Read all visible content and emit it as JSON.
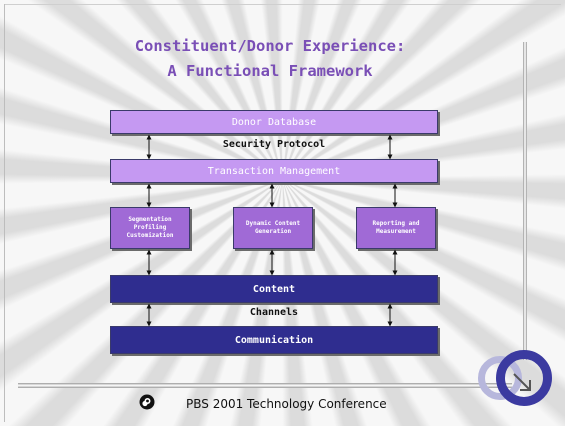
{
  "title": {
    "line1": "Constituent/Donor Experience:",
    "line2": "A Functional Framework"
  },
  "diagram": {
    "donor_database": "Donor Database",
    "security_protocol": "Security Protocol",
    "transaction_management": "Transaction Management",
    "modules": {
      "segmentation": [
        "Segmentation",
        "Profiling",
        "Customization"
      ],
      "dynamic_content": [
        "Dynamic Content",
        "Generation"
      ],
      "reporting": [
        "Reporting and",
        "Measurement"
      ]
    },
    "content": "Content",
    "channels": "Channels",
    "communication": "Communication"
  },
  "footer": {
    "text": "PBS 2001 Technology Conference"
  },
  "colors": {
    "title": "#7a4fb6",
    "light_bar": "#c599f2",
    "module_box": "#a06ad6",
    "dark_bar": "#2f2d8f"
  }
}
